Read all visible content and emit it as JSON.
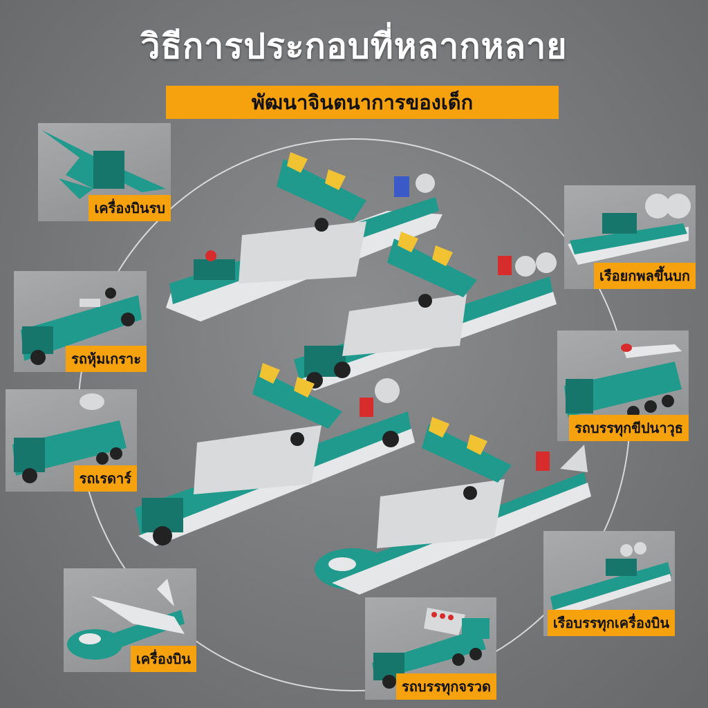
{
  "title": "วิธีการประกอบที่หลากหลาย",
  "subtitle": "พัฒนาจินตนาการของเด็ก",
  "colors": {
    "background": "#7a7b7d",
    "accent": "#f6a20e",
    "toy_teal": "#1f9a8c",
    "toy_dark": "#17766c",
    "toy_white": "#e6e7e8",
    "toy_yellow": "#f1c232",
    "toy_red": "#d62c2c"
  },
  "vehicles": [
    {
      "label": "เครื่องบินรบ",
      "icon": "fighter-jet-icon"
    },
    {
      "label": "เรือยกพลขึ้นบก",
      "icon": "hovercraft-icon"
    },
    {
      "label": "รถหุ้มเกราะ",
      "icon": "armored-car-icon"
    },
    {
      "label": "รถบรรทุกขีปนาวุธ",
      "icon": "missile-truck-icon"
    },
    {
      "label": "รถเรดาร์",
      "icon": "radar-truck-icon"
    },
    {
      "label": "เรือบรรทุกเครื่องบิน",
      "icon": "aircraft-carrier-icon"
    },
    {
      "label": "เครื่องบิน",
      "icon": "airplane-icon"
    },
    {
      "label": "รถบรรทุกจรวด",
      "icon": "rocket-truck-icon"
    }
  ]
}
